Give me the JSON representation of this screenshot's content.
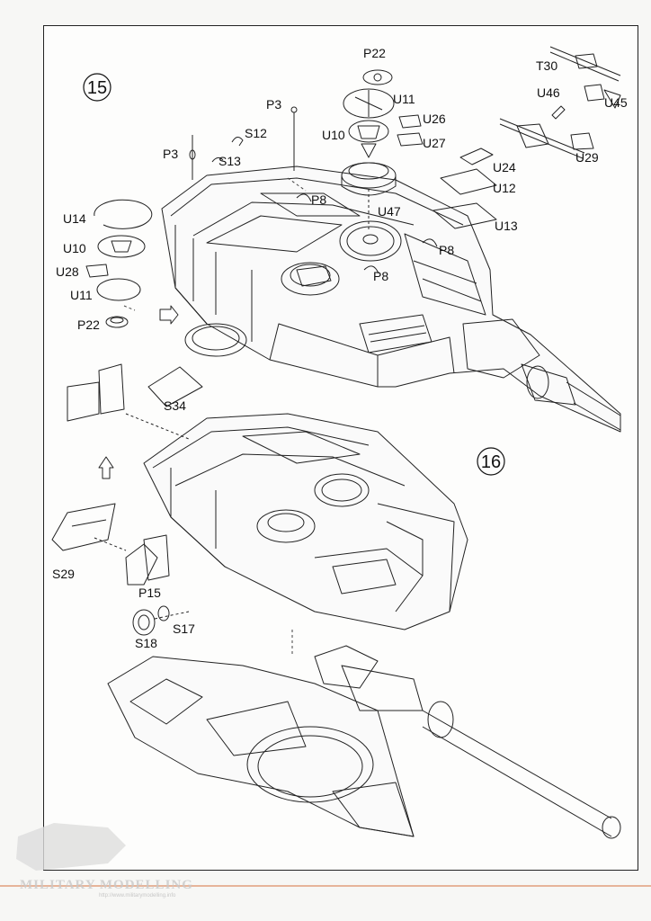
{
  "steps": {
    "step15": "15",
    "step16": "16"
  },
  "labels": {
    "P22_top": "P22",
    "U11_top": "U11",
    "U10_top": "U10",
    "U26": "U26",
    "U27": "U27",
    "U47": "U47",
    "P3_right": "P3",
    "S12": "S12",
    "P3_left": "P3",
    "S13": "S13",
    "P8_a": "P8",
    "P8_b": "P8",
    "P8_c": "P8",
    "T30": "T30",
    "U46": "U46",
    "U45": "U45",
    "U29": "U29",
    "U24": "U24",
    "U12": "U12",
    "U13": "U13",
    "U14": "U14",
    "U10_left": "U10",
    "U28": "U28",
    "U11_left": "U11",
    "P22_left": "P22",
    "S34": "S34",
    "S29": "S29",
    "P15": "P15",
    "S17": "S17",
    "S18": "S18"
  },
  "watermark": {
    "text": "MILITARY MODELLING",
    "url": "http://www.militarymodelling.info"
  },
  "colors": {
    "line": "#222222",
    "watermark": "#c9c9c9",
    "bottom_rule": "#e7b49a"
  }
}
